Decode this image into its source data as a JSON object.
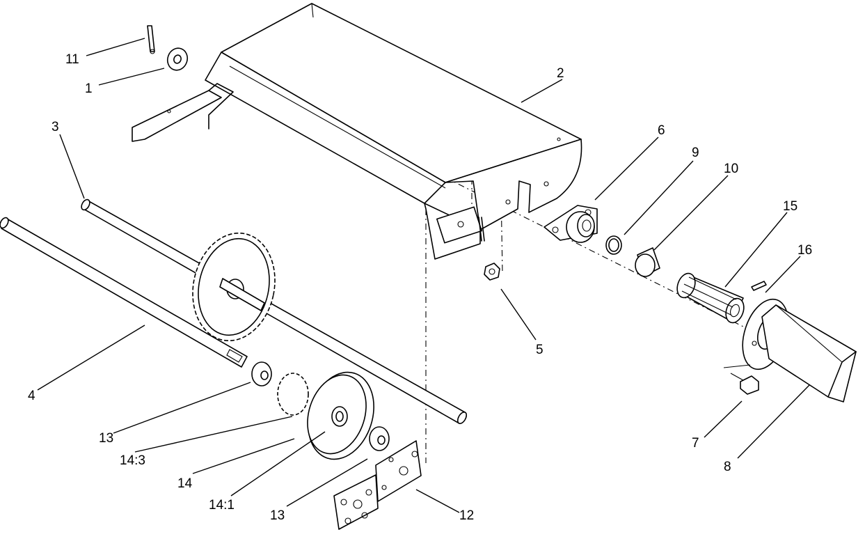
{
  "callouts": {
    "c1": "1",
    "c2": "2",
    "c3": "3",
    "c4": "4",
    "c5": "5",
    "c6": "6",
    "c7": "7",
    "c8": "8",
    "c9": "9",
    "c10": "10",
    "c11": "11",
    "c12": "12",
    "c13a": "13",
    "c13b": "13",
    "c14": "14",
    "c14_1": "14:1",
    "c14_3": "14:3",
    "c15": "15",
    "c16": "16"
  }
}
